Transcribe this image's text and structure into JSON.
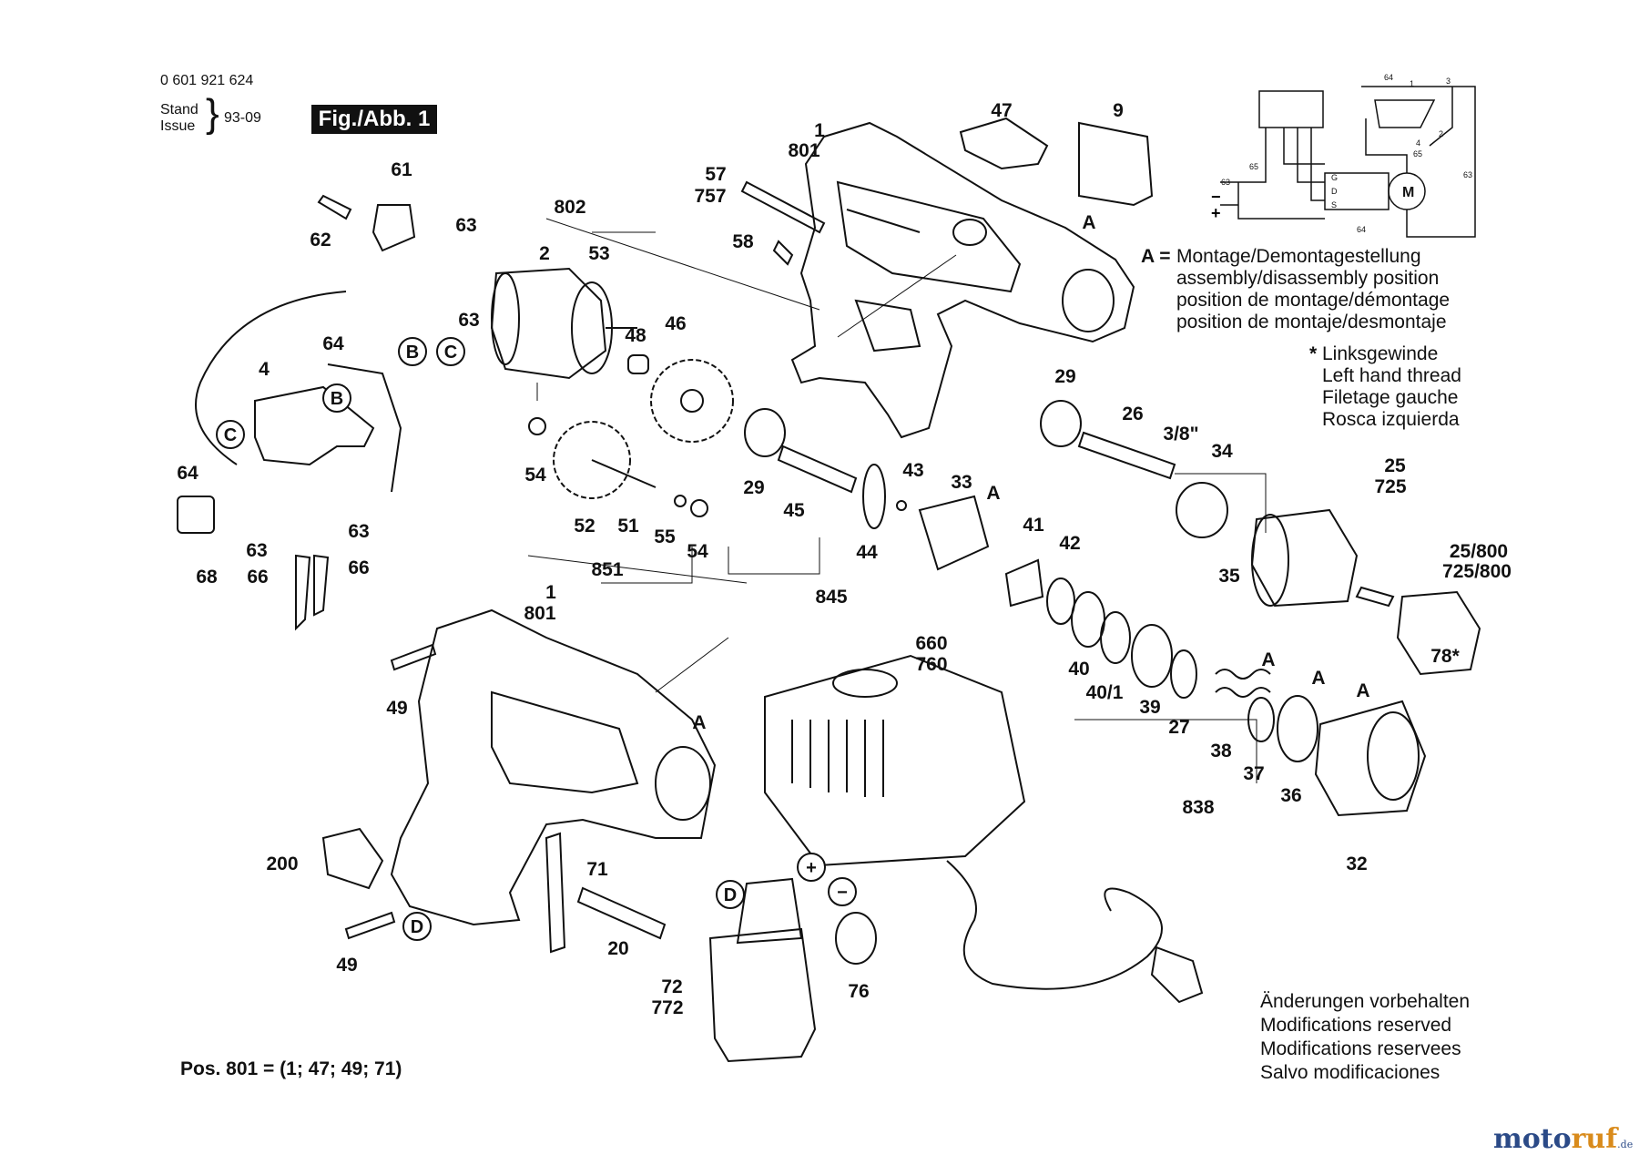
{
  "header": {
    "doc_number": "0 601 921 624",
    "stand_label": "Stand",
    "issue_label": "Issue",
    "date": "93-09",
    "figure_label": "Fig./Abb. 1"
  },
  "legend": {
    "a_prefix": "A =",
    "a_lines": [
      "Montage/Demontagestellung",
      "assembly/disassembly position",
      "position de montage/démontage",
      "position de montaje/desmontaje"
    ],
    "star_prefix": "*",
    "star_lines": [
      "Linksgewinde",
      "Left hand thread",
      "Filetage gauche",
      "Rosca izquierda"
    ]
  },
  "notes": {
    "modifications": [
      "Änderungen vorbehalten",
      "Modifications reserved",
      "Modifications reservees",
      "Salvo modificaciones"
    ],
    "pos_801": "Pos. 801 = (1; 47; 49; 71)"
  },
  "brand": {
    "part1": "moto",
    "part2": "ruf",
    "suffix": ".de"
  },
  "part_labels": [
    "1",
    "801",
    "9",
    "47",
    "57",
    "757",
    "58",
    "802",
    "2",
    "53",
    "61",
    "62",
    "63",
    "63",
    "48",
    "46",
    "54",
    "29",
    "45",
    "43",
    "33",
    "41",
    "42",
    "4",
    "64",
    "64",
    "68",
    "63",
    "63",
    "66",
    "66",
    "52",
    "51",
    "851",
    "55",
    "54",
    "44",
    "845",
    "26",
    "29",
    "3/8\"",
    "34",
    "35",
    "25",
    "725",
    "25/800",
    "725/800",
    "78*",
    "1",
    "801",
    "49",
    "200",
    "49",
    "71",
    "20",
    "660",
    "760",
    "40",
    "40/1",
    "39",
    "27",
    "38",
    "37",
    "36",
    "32",
    "838",
    "72",
    "772",
    "76",
    "A",
    "A",
    "A",
    "A",
    "A",
    "A"
  ],
  "circle_labels": [
    "B",
    "C",
    "B",
    "C",
    "D",
    "D",
    "+",
    "−"
  ],
  "schematic": {
    "labels": [
      "G",
      "D",
      "S",
      "M",
      "64",
      "65",
      "63",
      "64",
      "1",
      "2",
      "3",
      "4",
      "63",
      "65"
    ],
    "terminal_markers": [
      "−",
      "+"
    ]
  },
  "colors": {
    "ink": "#111111",
    "brand_blue": "#2b4a87",
    "brand_orange": "#d98b1c"
  }
}
